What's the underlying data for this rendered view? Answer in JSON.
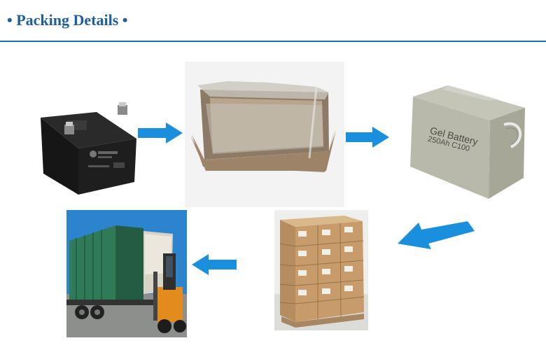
{
  "header": {
    "title": "• Packing Details •"
  },
  "steps": [
    {
      "name": "battery"
    },
    {
      "name": "carton-with-bag"
    },
    {
      "name": "sealed-carton",
      "label_line1": "Gel Battery",
      "label_line2": "250Ah C100"
    },
    {
      "name": "stacked-pallet"
    },
    {
      "name": "container-loading"
    }
  ],
  "colors": {
    "title": "#1f5e9e",
    "rule": "#1f6fb3",
    "arrow": "#1a8fdd"
  }
}
